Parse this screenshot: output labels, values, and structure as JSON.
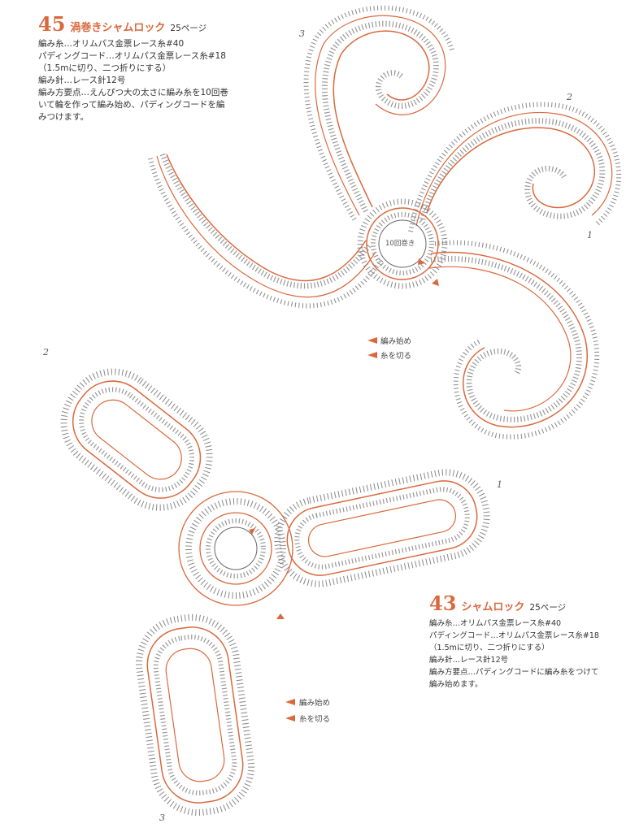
{
  "pattern_45": {
    "number": "45",
    "title": "渦巻きシャムロック",
    "page_ref": "25ページ",
    "lines": [
      "編み糸…オリムパス金票レース糸#40",
      "パディングコード…オリムパス金票レース糸#18",
      "（1.5mに切り、二つ折りにする）",
      "編み針…レース針12号",
      "編み方要点…えんぴつ大の太さに編み糸を10回巻",
      "いて輪を作って編み始め、パディングコードを編",
      "みつけます。"
    ],
    "ring_label": "10回巻き",
    "section_labels": [
      "1",
      "2",
      "3"
    ],
    "legend": {
      "start": "編み始め",
      "cut": "糸を切る"
    }
  },
  "pattern_43": {
    "number": "43",
    "title": "シャムロック",
    "page_ref": "25ページ",
    "lines": [
      "編み糸…オリムパス金票レース糸#40",
      "パディングコード…オリムパス金票レース糸#18",
      "（1.5mに切り、二つ折りにする）",
      "編み針…レース針12号",
      "編み方要点…パディングコードに編み糸をつけて",
      "編み始めます。"
    ],
    "section_labels": [
      "1",
      "2",
      "3"
    ],
    "legend": {
      "start": "編み始め",
      "cut": "糸を切る"
    }
  },
  "colors": {
    "accent": "#d9693d",
    "stitch": "#666666",
    "text": "#333333"
  }
}
